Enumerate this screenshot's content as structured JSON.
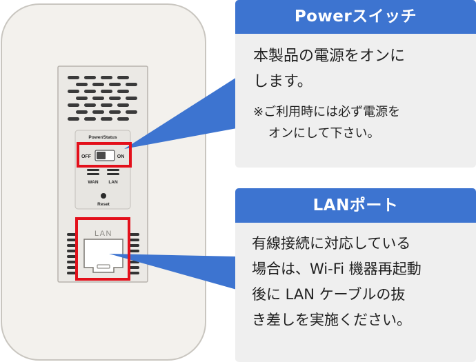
{
  "device": {
    "power_status_label": "Power/Status",
    "off_label": "OFF",
    "on_label": "ON",
    "wan_label": "WAN",
    "lan_small_label": "LAN",
    "reset_label": "Reset",
    "lan_port_label": "LAN"
  },
  "power_card": {
    "title": "Powerスイッチ",
    "line1": "本製品の電源をオンに",
    "line2": "します。",
    "note_line1": "※ご利用時には必ず電源を",
    "note_line2": "オンにして下さい。"
  },
  "lan_card": {
    "title": "LANポート",
    "line1": "有線接続に対応している",
    "line2": "場合は、Wi-Fi 機器再起動",
    "line3": "後に LAN ケーブルの抜",
    "line4": "き差しを実施ください。"
  },
  "colors": {
    "accent_blue": "#3d74d0",
    "highlight_red": "#e3101b",
    "card_bg": "#efefef",
    "device_bg": "#f3f1ed"
  }
}
